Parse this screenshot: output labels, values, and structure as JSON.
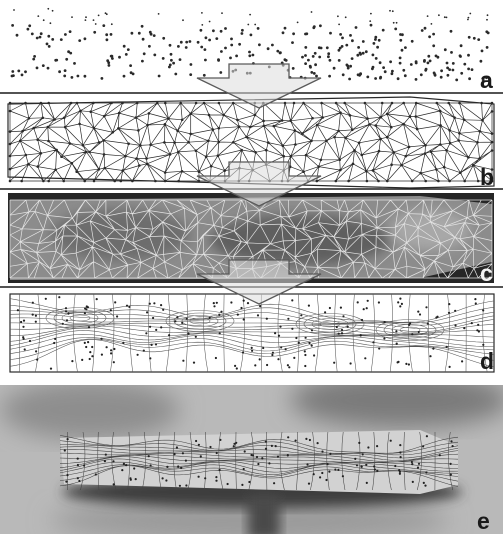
{
  "panels": [
    {
      "letter": "a",
      "stage": "point-set"
    },
    {
      "letter": "b",
      "stage": "triangulation-mesh"
    },
    {
      "letter": "c",
      "stage": "mesh-overlaid-on-image"
    },
    {
      "letter": "d",
      "stage": "contour-field-with-points"
    },
    {
      "letter": "e",
      "stage": "contours-overlaid-on-photograph"
    }
  ],
  "colors": {
    "ink": "#2a2a2a",
    "background": "#ffffff",
    "arrow_fill": "#dcdcdc",
    "dark_panel": "#262626",
    "photo_light": "#b9b9b9",
    "photo_dark": "#4a4a4a"
  }
}
